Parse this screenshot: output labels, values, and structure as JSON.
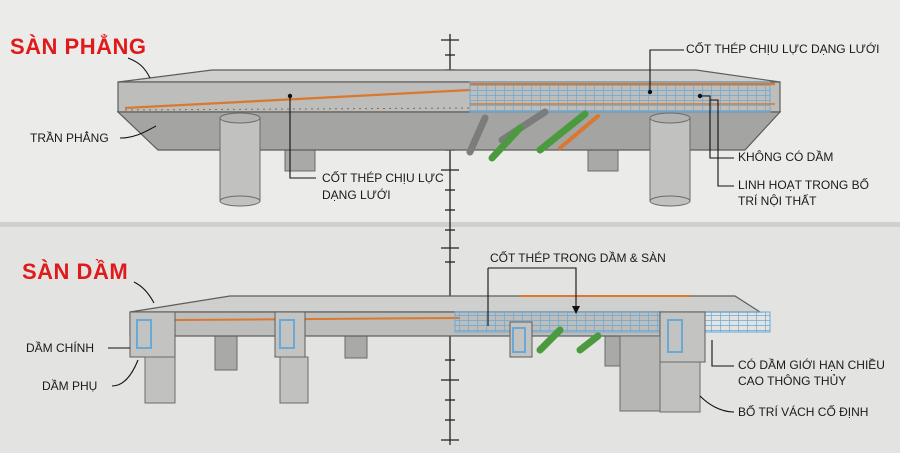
{
  "flat_slab": {
    "title": "SÀN PHẲNG",
    "labels": {
      "ceiling": "TRẦN PHẲNG",
      "rebar_mesh_left_1": "CỐT THÉP CHỊU LỰC",
      "rebar_mesh_left_2": "DẠNG LƯỚI",
      "rebar_mesh_top": "CỐT THÉP CHỊU LỰC DẠNG LƯỚI",
      "no_beam": "KHÔNG CÓ DẦM",
      "flexible_1": "LINH HOẠT TRONG BỐ",
      "flexible_2": "TRÍ NỘI THẤT"
    }
  },
  "beam_slab": {
    "title": "SÀN DẦM",
    "labels": {
      "rebar_beam_slab": "CỐT THÉP TRONG DẦM & SÀN",
      "main_beam": "DẦM CHÍNH",
      "secondary_beam": "DẦM PHỤ",
      "headroom_1": "CÓ DẦM GIỚI HẠN CHIỀU",
      "headroom_2": "CAO THÔNG THỦY",
      "fixed_walls": "BỐ TRÍ VÁCH CỐ ĐỊNH"
    }
  },
  "colors": {
    "title_red": "#e01a1a",
    "concrete": "#b9b9b7",
    "rebar_blue": "#6aa9d6",
    "rebar_orange": "#d9782e",
    "pipe_green": "#4c9a3f",
    "pipe_gray": "#7c7c7c"
  }
}
